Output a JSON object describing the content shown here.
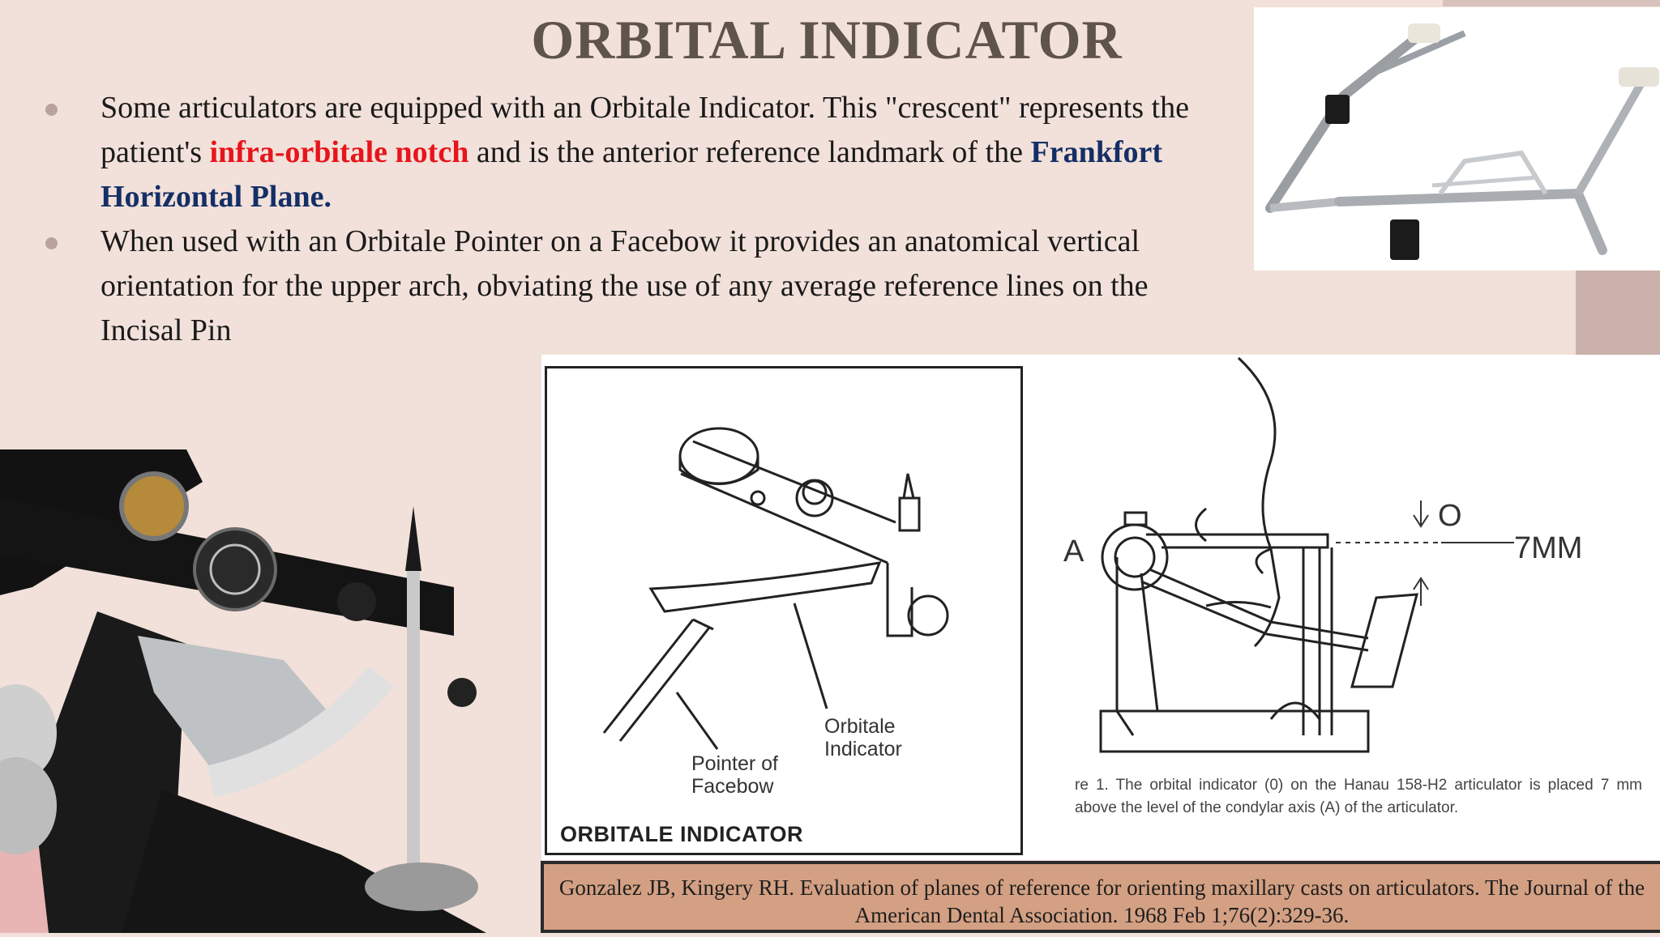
{
  "slide": {
    "title": "ORBITAL INDICATOR",
    "bullet1": {
      "before": "Some articulators are equipped with an Orbitale Indicator. This \"crescent\" represents the patient's ",
      "highlight_red": "infra-orbitale notch",
      "middle": " and is the anterior reference landmark of the ",
      "highlight_blue": "Frankfort Horizontal Plane."
    },
    "bullet2": "When used with an Orbitale Pointer on a Facebow it provides an anatomical vertical orientation for the upper arch, obviating the use of any average reference lines on the Incisal Pin"
  },
  "figure_left": {
    "label_orbitale": "Orbitale Indicator",
    "label_pointer": "Pointer of Facebow",
    "caption": "ORBITALE INDICATOR"
  },
  "figure_right": {
    "label_a": "A",
    "label_o": "O",
    "label_mm": "7MM",
    "caption": "re 1. The orbital indicator (0) on the Hanau 158-H2 articulator is placed 7 mm above the level of the condylar axis (A) of the articulator."
  },
  "reference": "Gonzalez JB, Kingery RH. Evaluation of planes of reference for orienting maxillary casts on articulators. The Journal of the American Dental Association. 1968 Feb 1;76(2):329-36.",
  "colors": {
    "background": "#f2e1da",
    "title": "#5f534d",
    "highlight_red": "#e8141b",
    "highlight_blue": "#142f66",
    "reference_box": "#d4a083"
  }
}
